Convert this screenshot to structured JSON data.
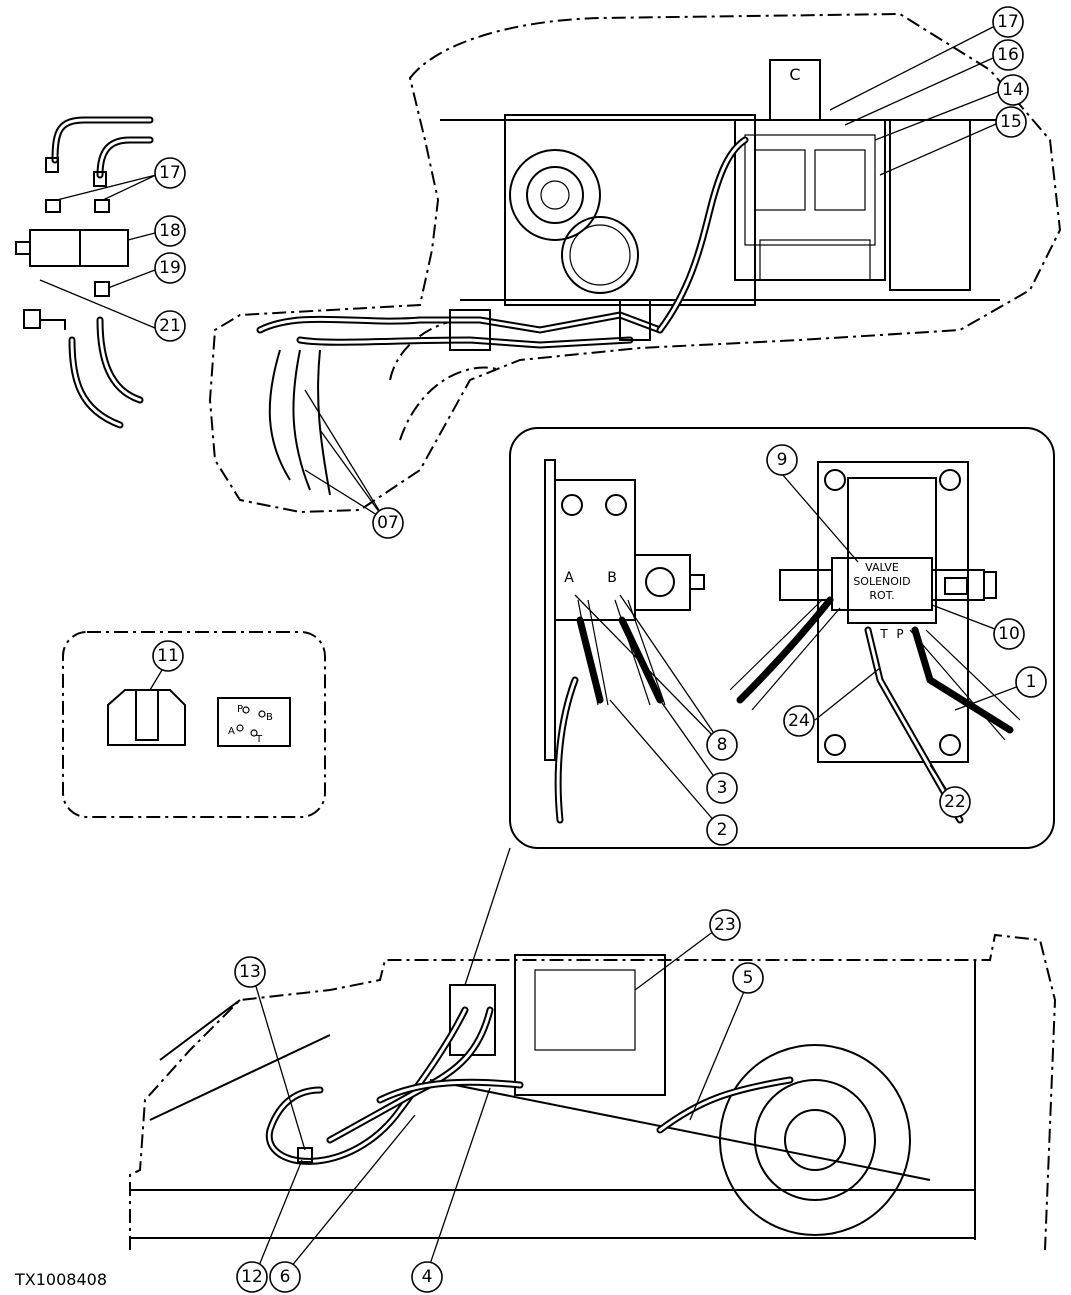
{
  "figure_id": "TX1008408",
  "port_labels": {
    "a": "A",
    "b": "B",
    "t": "T",
    "p": "P"
  },
  "valve_text": [
    "VALVE",
    "SOLENOID",
    "ROT."
  ],
  "callouts": [
    "17",
    "16",
    "14",
    "15",
    "17",
    "18",
    "19",
    "21",
    "07",
    "9",
    "10",
    "1",
    "24",
    "22",
    "8",
    "3",
    "2",
    "11",
    "23",
    "5",
    "13",
    "12",
    "6",
    "4"
  ]
}
